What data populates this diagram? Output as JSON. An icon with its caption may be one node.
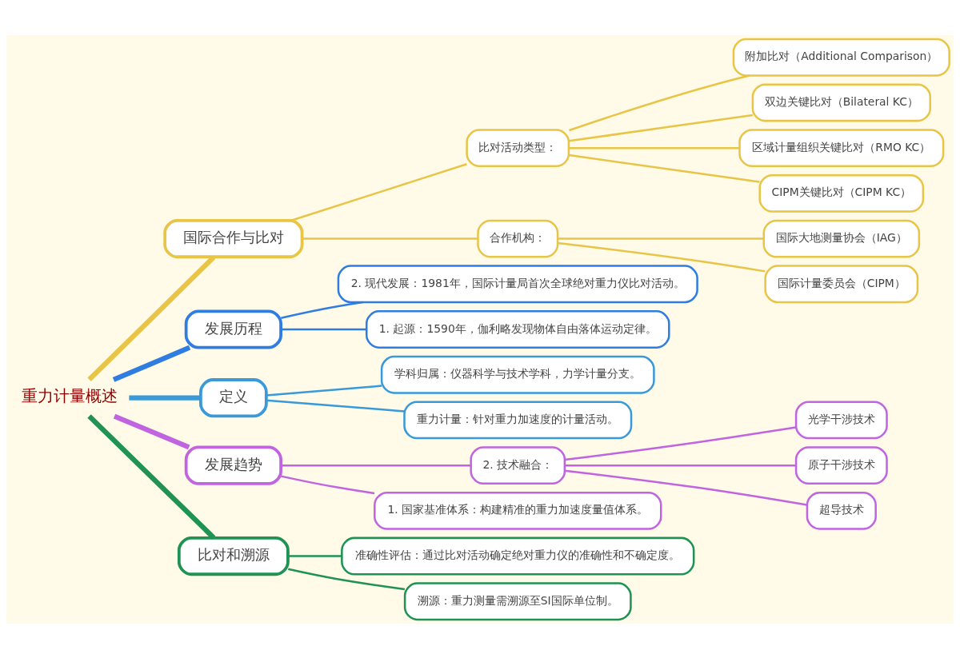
{
  "diagram": {
    "nodes": [
      {
        "text": [
          "重力计量概述"
        ]
      },
      {
        "text": [
          "国际合作与比对"
        ]
      },
      {
        "text": [
          "比对活动类型："
        ]
      },
      {
        "text": [
          "附加比对（Additional Comparison）"
        ]
      },
      {
        "text": [
          "双边关键比对（Bilateral KC）"
        ]
      },
      {
        "text": [
          "区域计量组织关键比对（RMO KC）"
        ]
      },
      {
        "text": [
          "CIPM关键比对（CIPM KC）"
        ]
      },
      {
        "text": [
          "合作机构："
        ]
      },
      {
        "text": [
          "国际大地测量协会（IAG）"
        ]
      },
      {
        "text": [
          "国际计量委员会（CIPM）"
        ]
      },
      {
        "text": [
          "发展历程"
        ]
      },
      {
        "text": [
          "2. 现代发展：1981年，国际计量局首次全球绝对重力仪比对活动。"
        ]
      },
      {
        "text": [
          "1. 起源：1590年，伽利略发现物体自由落体运动定律。"
        ]
      },
      {
        "text": [
          "定义"
        ]
      },
      {
        "text": [
          "学科归属：仪器科学与技术学科，力学计量分支。"
        ]
      },
      {
        "text": [
          "重力计量：针对重力加速度的计量活动。"
        ]
      },
      {
        "text": [
          "发展趋势"
        ]
      },
      {
        "text": [
          "2. 技术融合："
        ]
      },
      {
        "text": [
          "光学干涉技术"
        ]
      },
      {
        "text": [
          "原子干涉技术"
        ]
      },
      {
        "text": [
          "超导技术"
        ]
      },
      {
        "text": [
          "1. 国家基准体系：构建精准的重力加速度量值体系。"
        ]
      },
      {
        "text": [
          "比对和溯源"
        ]
      },
      {
        "text": [
          "准确性评估：通过比对活动确定绝对重力仪的准确性和不确定度。"
        ]
      },
      {
        "text": [
          "溯源：重力测量需溯源至SI国际单位制。"
        ]
      }
    ],
    "edges": [
      {
        "from": 0,
        "to": 1,
        "arrow": "none",
        "style": "thick",
        "color": "#e8c547"
      },
      {
        "from": 1,
        "to": 2,
        "arrow": "none",
        "color": "#e8c547"
      },
      {
        "from": 2,
        "to": 3,
        "arrow": "none",
        "color": "#e8c547"
      },
      {
        "from": 2,
        "to": 4,
        "arrow": "none",
        "color": "#e8c547"
      },
      {
        "from": 2,
        "to": 5,
        "arrow": "none",
        "color": "#e8c547"
      },
      {
        "from": 2,
        "to": 6,
        "arrow": "none",
        "color": "#e8c547"
      },
      {
        "from": 1,
        "to": 7,
        "arrow": "none",
        "color": "#e8c547"
      },
      {
        "from": 7,
        "to": 8,
        "arrow": "none",
        "color": "#e8c547"
      },
      {
        "from": 7,
        "to": 9,
        "arrow": "none",
        "color": "#e8c547"
      },
      {
        "from": 0,
        "to": 10,
        "arrow": "none",
        "style": "thick",
        "color": "#2f7de1"
      },
      {
        "from": 10,
        "to": 11,
        "arrow": "none",
        "color": "#2f7de1"
      },
      {
        "from": 10,
        "to": 12,
        "arrow": "none",
        "color": "#2f7de1"
      },
      {
        "from": 0,
        "to": 13,
        "arrow": "none",
        "style": "thick",
        "color": "#3a9ad9"
      },
      {
        "from": 13,
        "to": 14,
        "arrow": "none",
        "color": "#3a9ad9"
      },
      {
        "from": 13,
        "to": 15,
        "arrow": "none",
        "color": "#3a9ad9"
      },
      {
        "from": 0,
        "to": 16,
        "arrow": "none",
        "style": "thick",
        "color": "#c064e0"
      },
      {
        "from": 16,
        "to": 17,
        "arrow": "none",
        "color": "#c064e0"
      },
      {
        "from": 17,
        "to": 18,
        "arrow": "none",
        "color": "#c064e0"
      },
      {
        "from": 17,
        "to": 19,
        "arrow": "none",
        "color": "#c064e0"
      },
      {
        "from": 17,
        "to": 20,
        "arrow": "none",
        "color": "#c064e0"
      },
      {
        "from": 16,
        "to": 21,
        "arrow": "none",
        "color": "#c064e0"
      },
      {
        "from": 0,
        "to": 22,
        "arrow": "none",
        "style": "thick",
        "color": "#1f9254"
      },
      {
        "from": 22,
        "to": 23,
        "arrow": "none",
        "color": "#1f9254"
      },
      {
        "from": 22,
        "to": 24,
        "arrow": "none",
        "color": "#1f9254"
      }
    ]
  }
}
